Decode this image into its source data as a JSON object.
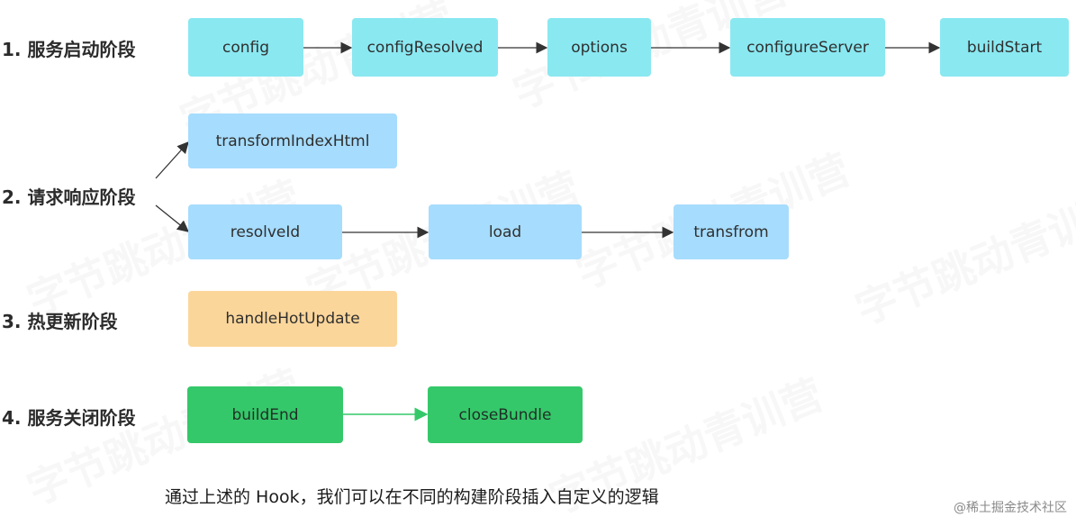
{
  "watermark": "字节跳动青训营",
  "stages": [
    {
      "label": "1. 服务启动阶段"
    },
    {
      "label": "2. 请求响应阶段"
    },
    {
      "label": "3. 热更新阶段"
    },
    {
      "label": "4. 服务关闭阶段"
    }
  ],
  "nodes": {
    "config": "config",
    "configResolved": "configResolved",
    "options": "options",
    "configureServer": "configureServer",
    "buildStart": "buildStart",
    "transformIndexHtml": "transformIndexHtml",
    "resolveId": "resolveId",
    "load": "load",
    "transfrom": "transfrom",
    "handleHotUpdate": "handleHotUpdate",
    "buildEnd": "buildEnd",
    "closeBundle": "closeBundle"
  },
  "colors": {
    "stage1": "#8ae8f1",
    "stage2": "#a6dcfd",
    "stage3": "#fbd69b",
    "stage4": "#35c86a"
  },
  "caption": "通过上述的 Hook，我们可以在不同的构建阶段插入自定义的逻辑",
  "credit": "@稀土掘金技术社区"
}
